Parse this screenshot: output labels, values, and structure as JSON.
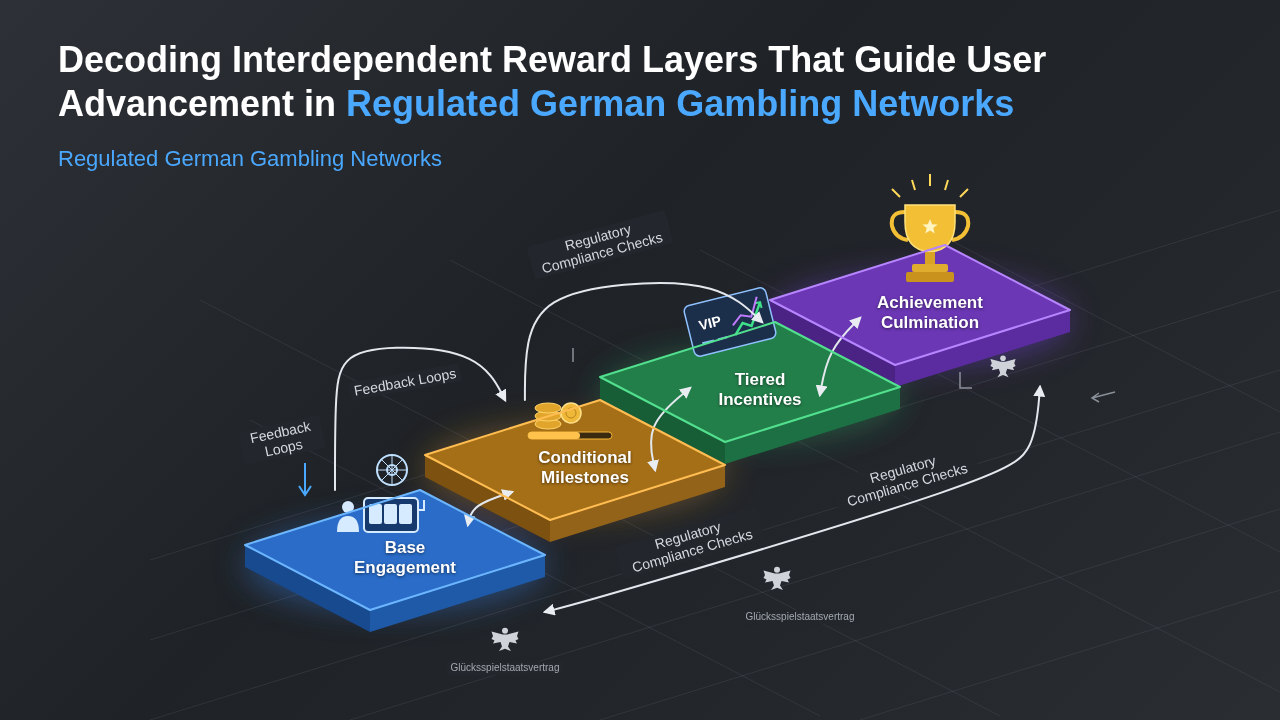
{
  "diagram": {
    "title": "Decoding Interdependent Reward Layers That Guide User Advancement in Regulated German Gambling Networks",
    "nodes": [
      {
        "text": [
          "Base Engagement"
        ]
      },
      {
        "text": [
          "Conditional Milestones"
        ]
      },
      {
        "text": [
          "Tiered Incentives"
        ]
      },
      {
        "text": [
          "Achievement Culmination"
        ]
      }
    ],
    "edges": [
      {
        "from": 0,
        "to": 1,
        "arrow": "both"
      },
      {
        "from": 1,
        "to": 2,
        "arrow": "both"
      },
      {
        "from": 2,
        "to": 3,
        "arrow": "both"
      },
      {
        "from": 0,
        "to": 1,
        "label": "Feedback Loops",
        "arrow": "to"
      },
      {
        "from": 1,
        "to": 2,
        "label": "Regulatory Compliance Checks",
        "arrow": "to"
      },
      {
        "from": 3,
        "to": 0,
        "label": "Regulatory Compliance Checks",
        "arrow": "both"
      }
    ],
    "labels": [
      "Regulated German Gambling Networks",
      "Feedback Loops",
      "VIP",
      "Regulatory Compliance Checks",
      "Glücksspielstaatsvertrag",
      "Glücksspielstaatsvertrag"
    ]
  }
}
